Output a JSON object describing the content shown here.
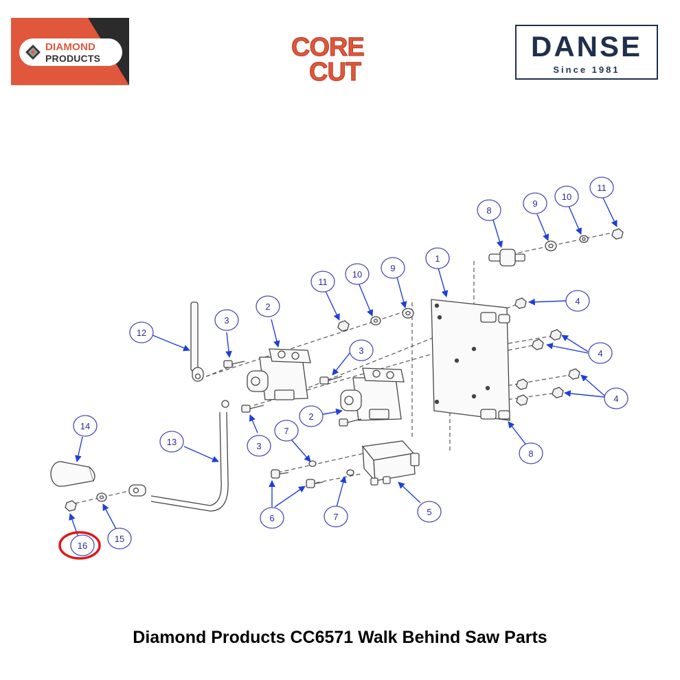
{
  "logos": {
    "diamond_products": {
      "line1": "DIAMOND",
      "line2": "PRODUCTS"
    },
    "core_cut": {
      "line1": "CORE",
      "line2": "CUT"
    },
    "danse": {
      "name": "DANSE",
      "tagline": "Since 1981"
    }
  },
  "callouts": [
    {
      "id": "c1",
      "label": "1"
    },
    {
      "id": "c2a",
      "label": "2"
    },
    {
      "id": "c2b",
      "label": "2"
    },
    {
      "id": "c3a",
      "label": "3"
    },
    {
      "id": "c3b",
      "label": "3"
    },
    {
      "id": "c3c",
      "label": "3"
    },
    {
      "id": "c4a",
      "label": "4"
    },
    {
      "id": "c4b",
      "label": "4"
    },
    {
      "id": "c4c",
      "label": "4"
    },
    {
      "id": "c5",
      "label": "5"
    },
    {
      "id": "c6",
      "label": "6"
    },
    {
      "id": "c7a",
      "label": "7"
    },
    {
      "id": "c7b",
      "label": "7"
    },
    {
      "id": "c8a",
      "label": "8"
    },
    {
      "id": "c8b",
      "label": "8"
    },
    {
      "id": "c9a",
      "label": "9"
    },
    {
      "id": "c9b",
      "label": "9"
    },
    {
      "id": "c10a",
      "label": "10"
    },
    {
      "id": "c10b",
      "label": "10"
    },
    {
      "id": "c11a",
      "label": "11"
    },
    {
      "id": "c11b",
      "label": "11"
    },
    {
      "id": "c12",
      "label": "12"
    },
    {
      "id": "c13",
      "label": "13"
    },
    {
      "id": "c14",
      "label": "14"
    },
    {
      "id": "c15",
      "label": "15"
    },
    {
      "id": "c16",
      "label": "16"
    }
  ],
  "highlighted_part": "16",
  "colors": {
    "callout_stroke": "#4a4ab8",
    "callout_text": "#2a2a9a",
    "arrow": "#1f3fd6",
    "highlight": "#e0161b",
    "line": "#444444",
    "logo_orange": "#e0573c",
    "logo_navy": "#1f2f4c"
  },
  "caption": "Diamond Products CC6571 Walk Behind Saw Parts"
}
